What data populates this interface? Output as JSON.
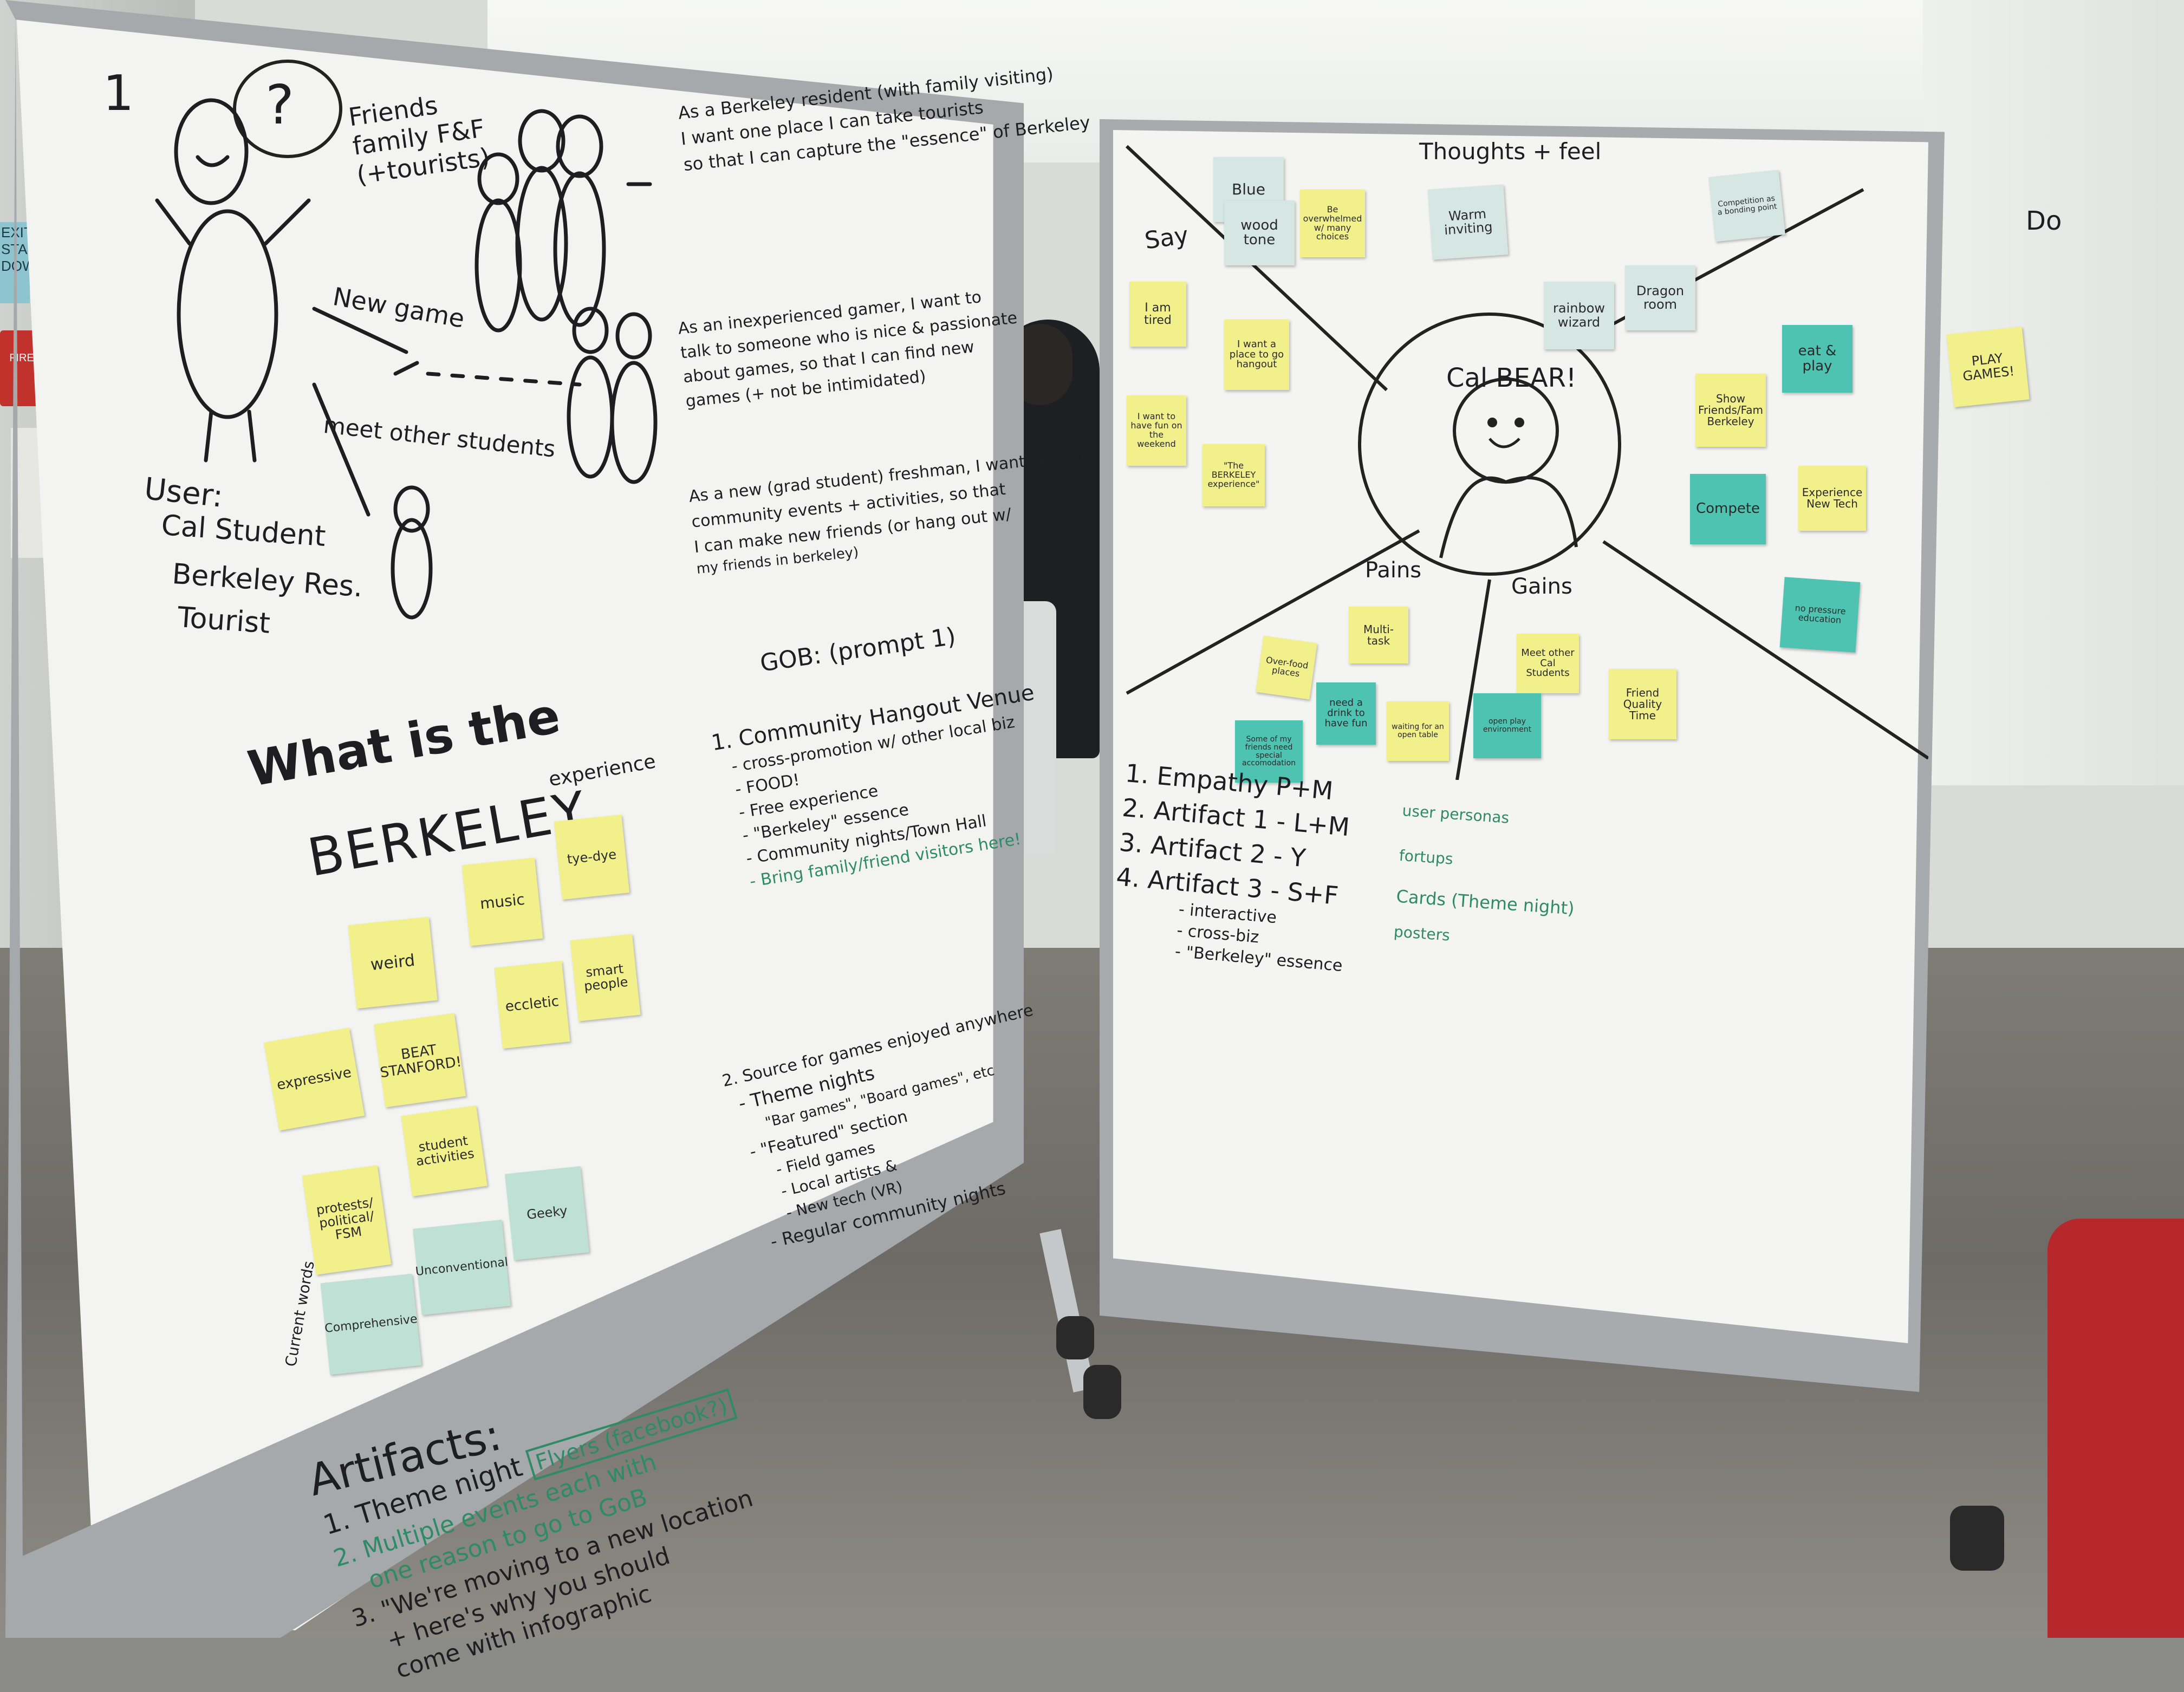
{
  "left_board": {
    "number": "1",
    "question_mark": "?",
    "friends_family_label": "Friends family F&F (+tourists)",
    "new_game_label": "New game",
    "meet_students_label": "meet other students",
    "user_label": "User:",
    "users": [
      "Cal Student",
      "Berkeley Res.",
      "Tourist"
    ],
    "story1": [
      "As a Berkeley resident (with family visiting)",
      "I want one place I can take tourists",
      "so that I can capture the \"essence\" of Berkeley"
    ],
    "story2": [
      "As an inexperienced gamer, I want to",
      "talk to someone who is nice & passionate",
      "about games, so that I can find new",
      "games (+ not be intimidated)"
    ],
    "story3": [
      "As a new (grad student) freshman, I want to go to",
      "community events + activities, so that",
      "I can make new friends (or hang out w/",
      "my friends in berkeley)"
    ],
    "gob_title": "GOB: (prompt 1)",
    "gob_list": [
      "1. Community Hangout Venue",
      "- cross-promotion w/ other local biz",
      "- FOOD!",
      "- Free experience",
      "- \"Berkeley\" essence",
      "- Community nights/Town Hall",
      "- Bring family/friend visitors here!"
    ],
    "experience_title_1": "What is the",
    "experience_title_2": "BERKELEY",
    "experience_title_3": "experience",
    "list2": [
      "2. Source for games enjoyed anywhere",
      "- Theme nights",
      "\"Bar games\", \"Board games\", etc",
      "- \"Featured\" section",
      "- Field games",
      "- Local artists &",
      "- New tech (VR)",
      "- Regular community nights"
    ],
    "artifacts_title": "Artifacts:",
    "artifacts": [
      "1. Theme night",
      "Flyers (facebook?)",
      "2. Multiple events each with",
      "one reason to go to GoB",
      "3. \"We're moving to a new location",
      "+ here's why you should",
      "come with infographic"
    ],
    "current_words": "Current words",
    "notes_yellow": [
      "weird",
      "music",
      "tye-dye",
      "eccletic",
      "smart people",
      "expressive",
      "BEAT STANFORD!",
      "student activities",
      "protests/ political/ FSM"
    ],
    "notes_mint": [
      "Comprehensive",
      "Unconventional",
      "Geeky"
    ]
  },
  "right_board": {
    "title": "Thoughts + feel",
    "say_label": "Say",
    "do_label": "Do",
    "center_label": "Cal BEAR!",
    "pains_label": "Pains",
    "gains_label": "Gains",
    "notes_think": [
      "Blue",
      "wood tone",
      "Be overwhelmed w/ many choices",
      "Warm inviting",
      "Competition as a bonding point",
      "rainbow wizard",
      "Dragon room"
    ],
    "notes_say": [
      "I am tired",
      "I want a place to go hangout",
      "I want to have fun on the weekend",
      "\"The BERKELEY experience\""
    ],
    "notes_do": [
      "eat & play",
      "PLAY GAMES!",
      "Show Friends/Fam Berkeley",
      "Compete",
      "Experience New Tech",
      "no pressure education"
    ],
    "notes_pains": [
      "Multi-task",
      "Over-food places",
      "need a drink to have fun",
      "waiting for an open table",
      "Some of my friends need special accomodation"
    ],
    "notes_gains": [
      "Meet other Cal Students",
      "Friend Quality Time",
      "open play environment"
    ],
    "plan": [
      "1. Empathy  P+M",
      "2. Artifact 1 - L+M",
      "3. Artifact 2 - Y",
      "4. Artifact 3 - S+F",
      "- interactive",
      "- cross-biz",
      "- \"Berkeley\" essence"
    ],
    "plan_notes": [
      "user personas",
      "fortups",
      "Cards (Theme night)",
      "posters"
    ]
  },
  "wall_sign": [
    "EXIT",
    "STAIR",
    "DOWN"
  ],
  "fire_label": "FIRE"
}
